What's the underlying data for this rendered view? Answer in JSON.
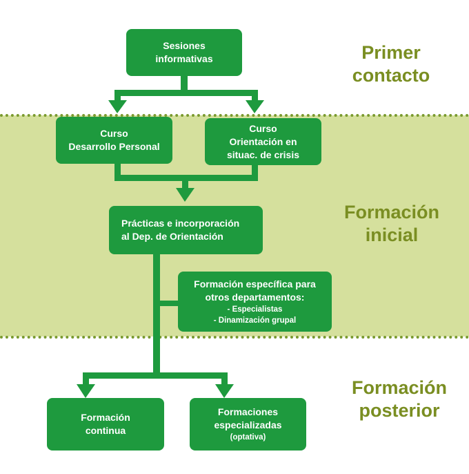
{
  "colors": {
    "box_fill": "#1e9a3e",
    "box_text": "#ffffff",
    "band_fill": "#d5e09d",
    "dotted_line": "#7a9a2e",
    "stage_text": "#7a8e22",
    "connector": "#1e9a3e"
  },
  "nodes": {
    "sesiones": {
      "lines": [
        "Sesiones",
        "informativas"
      ]
    },
    "curso_desarrollo": {
      "lines": [
        "Curso",
        "Desarrollo Personal"
      ]
    },
    "curso_orientacion": {
      "lines": [
        "Curso",
        "Orientación en",
        "situac. de crisis"
      ]
    },
    "practicas": {
      "lines": [
        "Prácticas e incorporación",
        "al Dep. de Orientación"
      ]
    },
    "formacion_especifica": {
      "lines": [
        "Formación específica para",
        "otros departamentos:"
      ],
      "sublines": [
        "- Especialistas",
        "- Dinamización grupal"
      ]
    },
    "formacion_continua": {
      "lines": [
        "Formación",
        "continua"
      ]
    },
    "formaciones_especializadas": {
      "lines": [
        "Formaciones",
        "especializadas"
      ],
      "note": "(optativa)"
    }
  },
  "stages": {
    "primer_contacto": [
      "Primer",
      "contacto"
    ],
    "formacion_inicial": [
      "Formación",
      "inicial"
    ],
    "formacion_posterior": [
      "Formación",
      "posterior"
    ]
  }
}
